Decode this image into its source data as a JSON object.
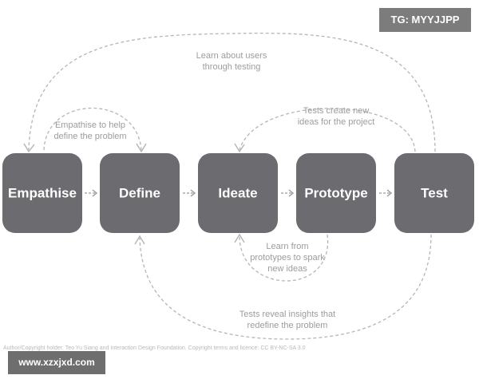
{
  "stages": [
    {
      "label": "Empathise"
    },
    {
      "label": "Define"
    },
    {
      "label": "Ideate"
    },
    {
      "label": "Prototype"
    },
    {
      "label": "Test"
    }
  ],
  "notes": {
    "learn_users": [
      "Learn about users",
      "through testing"
    ],
    "empathise_help": [
      "Empathise to help",
      "define the problem"
    ],
    "tests_create": [
      "Tests create new",
      "ideas for the project"
    ],
    "learn_prototypes": [
      "Learn from",
      "prototypes to spark",
      "new ideas"
    ],
    "tests_reveal": [
      "Tests reveal insights that",
      "redefine the problem"
    ]
  },
  "credit": "Author/Copyright holder: Teo Yu Siang and Interaction Design Foundation. Copyright terms and licence: CC BY-NC-SA 3.0",
  "tag_badge": "TG: MYYJJPP",
  "site_badge": "www.xzxjxd.com",
  "colors": {
    "box": "#6b6b70",
    "box_text": "#ffffff",
    "note_text": "#9c9c9c",
    "dashed_line": "#b5b5b5"
  }
}
